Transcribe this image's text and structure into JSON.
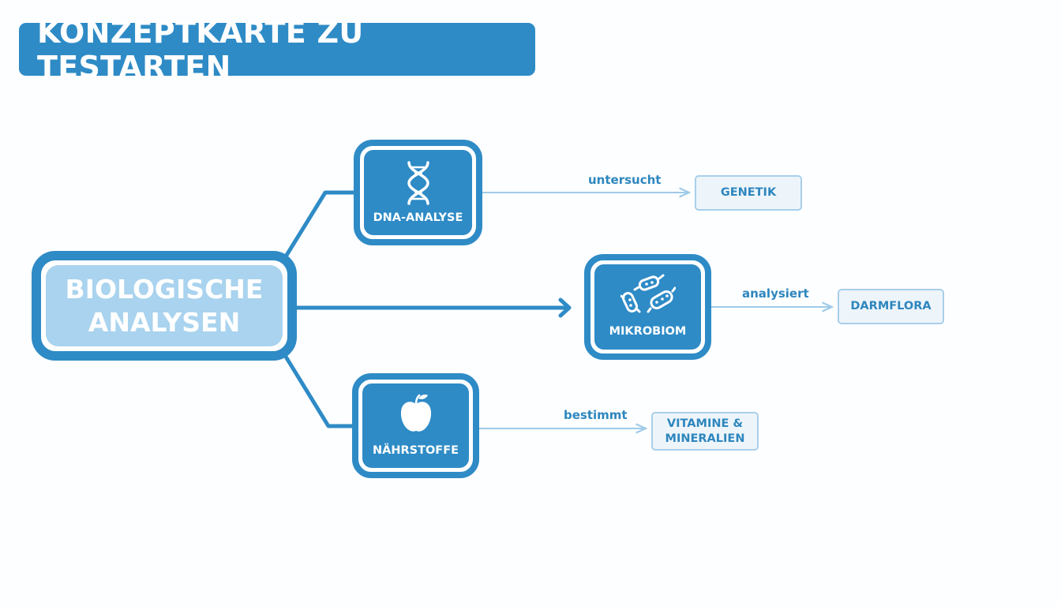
{
  "title": "KONZEPTKARTE ZU TESTARTEN",
  "central": {
    "line1": "BIOLOGISCHE",
    "line2": "ANALYSEN"
  },
  "nodes": [
    {
      "label": "DNA-ANALYSE",
      "icon": "dna-icon",
      "relation": "untersucht",
      "target": "GENETIK"
    },
    {
      "label": "MIKROBIOM",
      "icon": "bacteria-icon",
      "relation": "analysiert",
      "target": "DARMFLORA"
    },
    {
      "label": "NÄHRSTOFFE",
      "icon": "apple-icon",
      "relation": "bestimmt",
      "target_line1": "VITAMINE &",
      "target_line2": "MINERALIEN"
    }
  ],
  "colors": {
    "primary": "#2e8bc6",
    "central_fill": "#a9d3ee",
    "target_fill": "#edf5fb",
    "target_border": "#a9cfea",
    "light_arrow": "#9fcbe8"
  }
}
